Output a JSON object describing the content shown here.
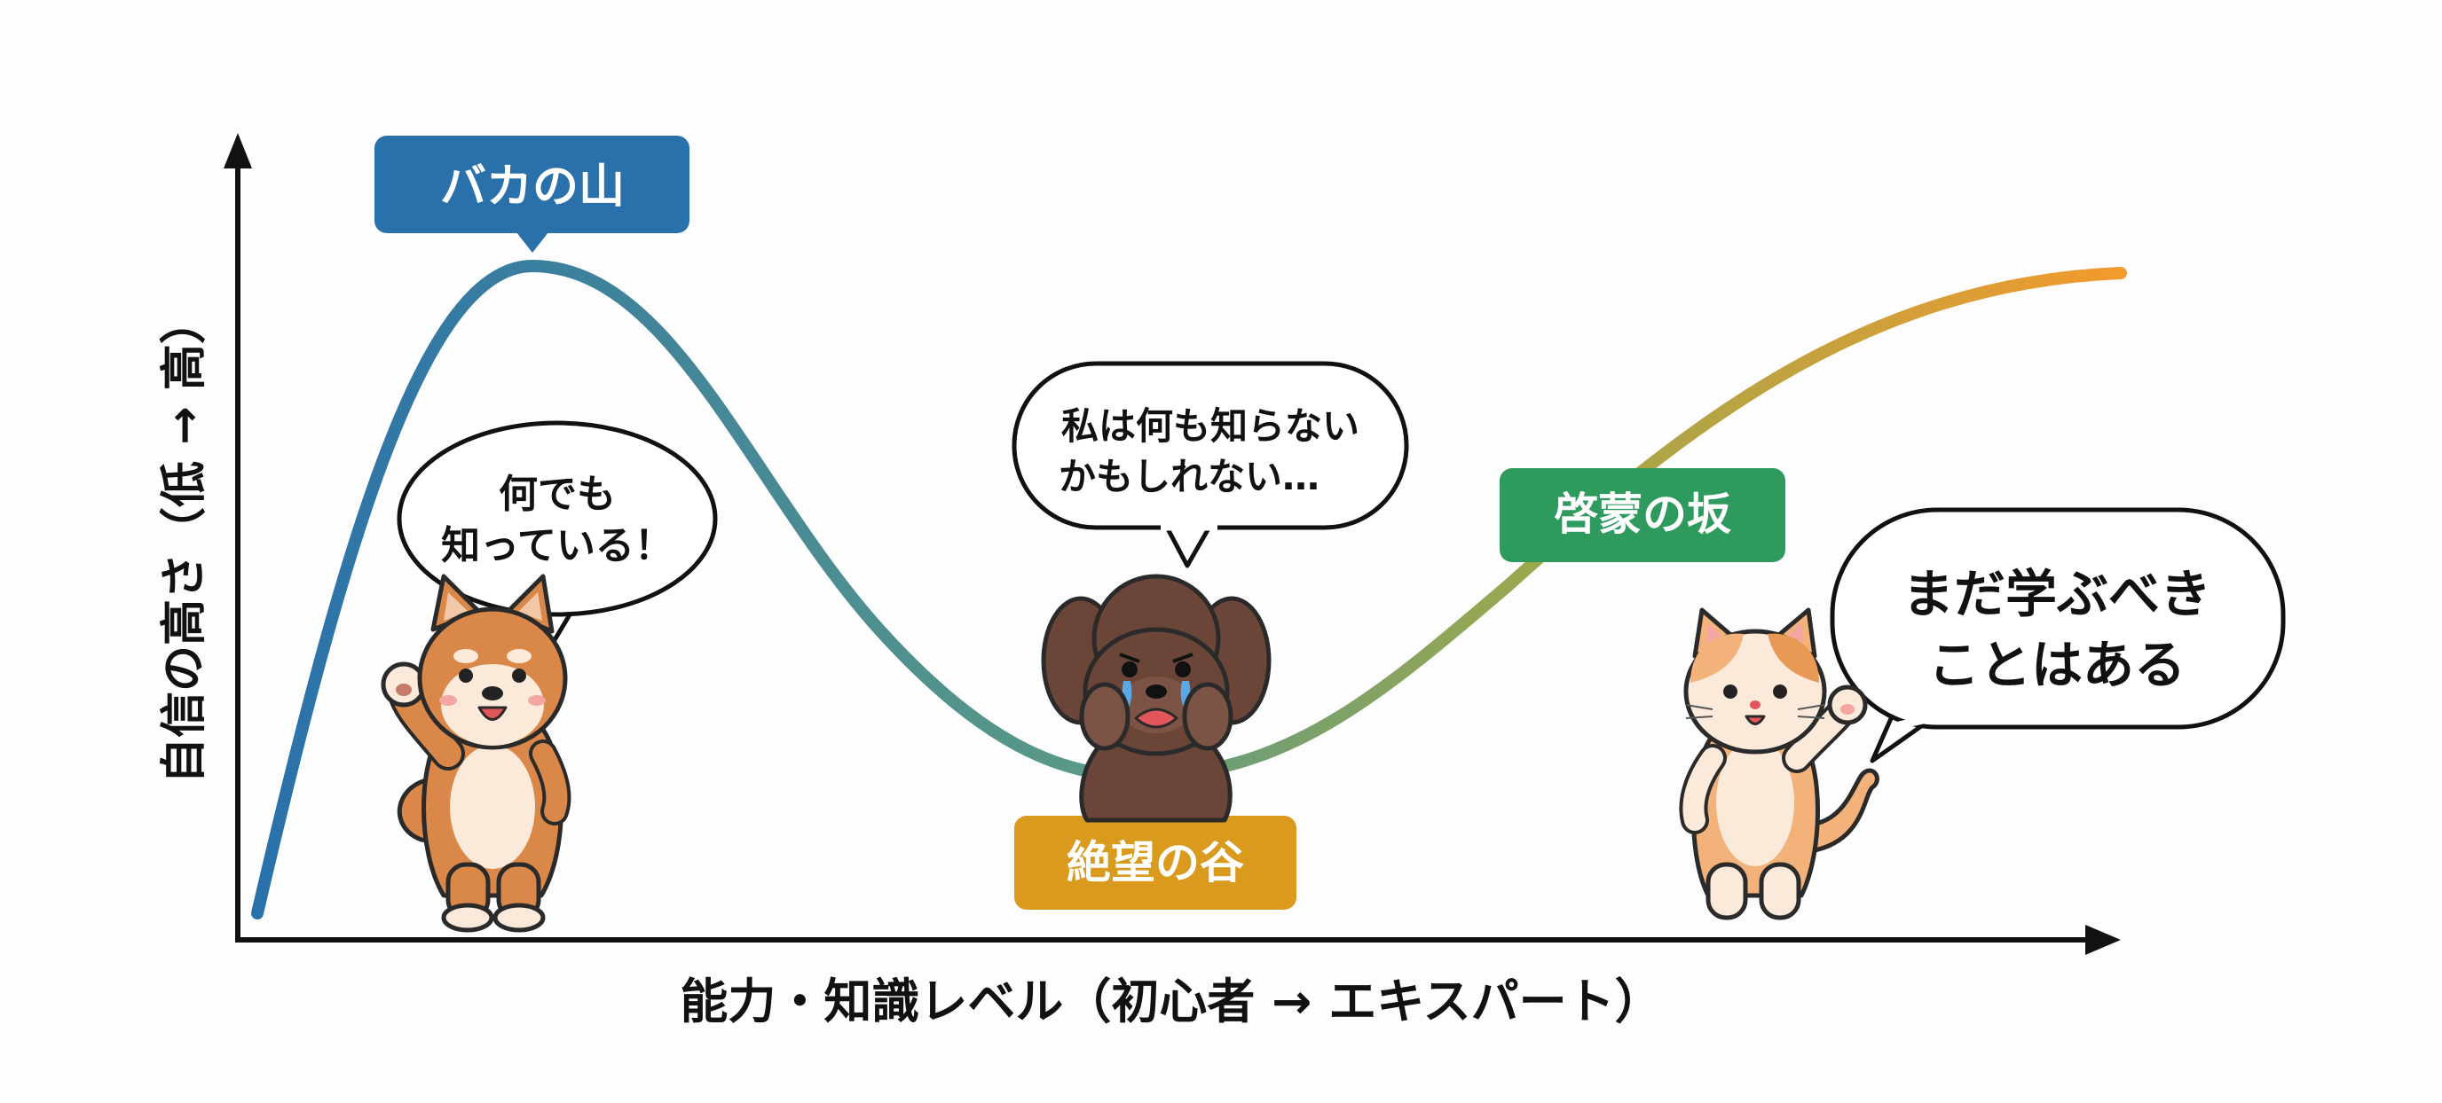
{
  "axes": {
    "y_label": "自信の高さ（低 → 高）",
    "x_label": "能力・知識レベル（初心者 → エキスパート）"
  },
  "stages": {
    "peak": {
      "label": "バカの山",
      "color": "#2a71ab"
    },
    "valley": {
      "label": "絶望の谷",
      "color": "#d99a1e"
    },
    "slope": {
      "label": "啓蒙の坂",
      "color": "#2f9a5d"
    }
  },
  "speech": {
    "dog": [
      "何でも",
      "知っている！"
    ],
    "poodle": [
      "私は何も知らない",
      "かもしれない…"
    ],
    "cat": [
      "まだ学ぶべき",
      "ことはある"
    ]
  },
  "colors": {
    "curve_start": "#2a71ab",
    "curve_mid": "#5b9a86",
    "curve_end": "#f39a2c",
    "axis": "#111111"
  },
  "characters": {
    "shiba": "shiba-inu-dog",
    "poodle": "crying-poodle",
    "cat": "calico-cat"
  }
}
